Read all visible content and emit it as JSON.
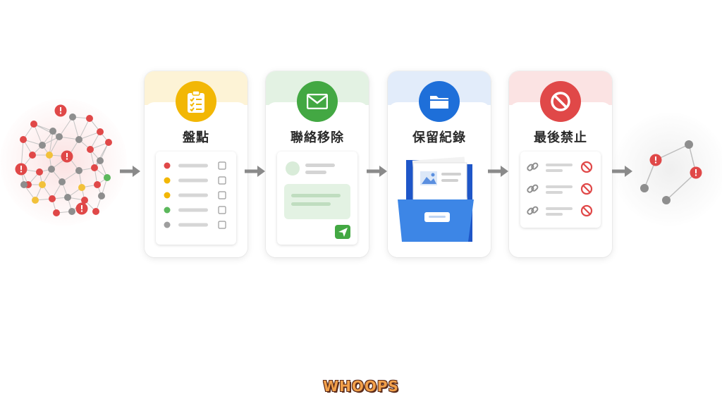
{
  "steps": [
    {
      "title": "盤點",
      "icon": "clipboard-checklist-icon",
      "color": "#F2B705",
      "band": "#FDF3D6"
    },
    {
      "title": "聯絡移除",
      "icon": "envelope-icon",
      "color": "#43A843",
      "band": "#E3F2E3"
    },
    {
      "title": "保留紀錄",
      "icon": "folder-icon",
      "color": "#1E6FD9",
      "band": "#E2ECFA"
    },
    {
      "title": "最後禁止",
      "icon": "prohibited-icon",
      "color": "#E04848",
      "band": "#FBE3E3"
    }
  ],
  "checklist_dots": [
    "#E04848",
    "#F2B705",
    "#F2B705",
    "#5CB85C",
    "#9E9E9E"
  ],
  "palette": {
    "red": "#E04848",
    "yellow": "#F2C13A",
    "green": "#5CB85C",
    "gray": "#8E8E8E",
    "arrow": "#8A8A8A"
  },
  "footer": {
    "logo_text": "WHOOPS"
  }
}
